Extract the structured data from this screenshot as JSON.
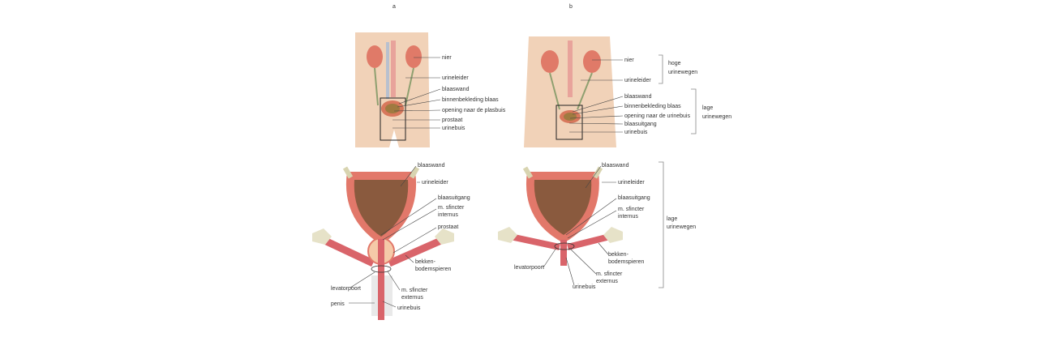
{
  "panel_a": {
    "letter": "a",
    "labels": [
      "nier",
      "urineleider",
      "blaaswand",
      "binnenbekleding blaas",
      "opening naar de plasbuis",
      "prostaat",
      "urinebuis"
    ]
  },
  "panel_b": {
    "letter": "b",
    "labels": [
      "nier",
      "urineleider",
      "blaaswand",
      "binnenbekleding blaas",
      "opening naar de urinebuis",
      "blaasuitgang",
      "urinebuis"
    ],
    "bracket_upper": [
      "hoge",
      "urinewegen"
    ],
    "bracket_lower": [
      "lage",
      "urinewegen"
    ]
  },
  "detail_male": {
    "labels": {
      "blaaswand": "blaaswand",
      "urineleider": "urineleider",
      "blaasuitgang": "blaasuitgang",
      "sfincter_internus": [
        "m. sfincter",
        "internus"
      ],
      "prostaat": "prostaat",
      "bekkenbodem": [
        "bekken-",
        "bodemspieren"
      ],
      "levatorpoort": "levatorpoort",
      "sfincter_externus": [
        "m. sfincter",
        "externus"
      ],
      "penis": "penis",
      "urinebuis": "urinebuis"
    }
  },
  "detail_female": {
    "labels": {
      "blaaswand": "blaaswand",
      "urineleider": "urineleider",
      "blaasuitgang": "blaasuitgang",
      "sfincter_internus": [
        "m. sfincter",
        "internus"
      ],
      "bekkenbodem": [
        "bekken-",
        "bodemspieren"
      ],
      "levatorpoort": "levatorpoort",
      "sfincter_externus": [
        "m. sfincter",
        "externus"
      ],
      "urinebuis": "urinebuis"
    },
    "bracket": [
      "lage",
      "urinewegen"
    ]
  },
  "colors": {
    "skin": "#f1d2b8",
    "kidney": "#e07a68",
    "bladder_wall": "#e2786a",
    "bladder_inner": "#8a5a3e",
    "muscle": "#d9646a",
    "bone": "#e6e2c8"
  }
}
